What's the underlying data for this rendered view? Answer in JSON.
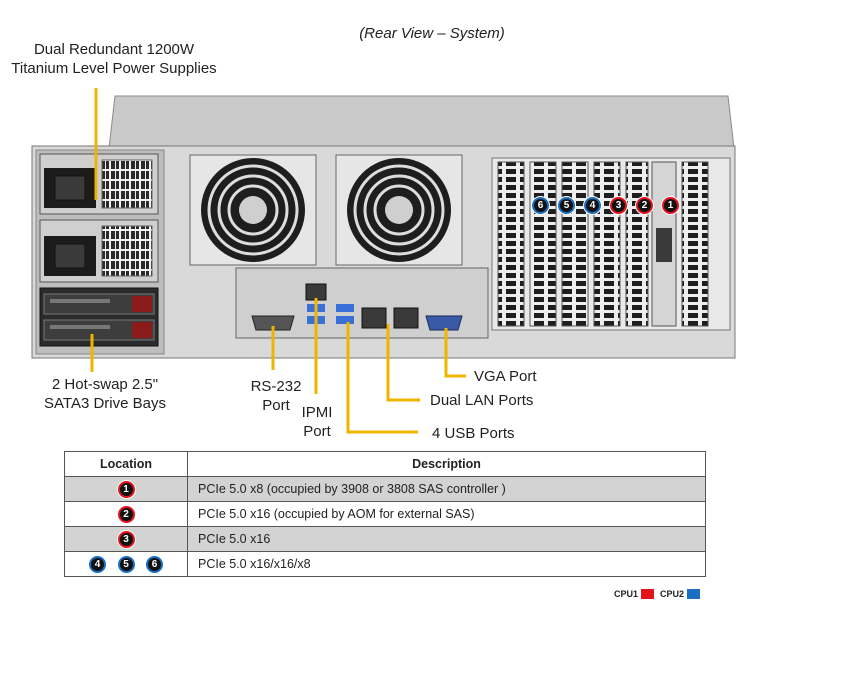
{
  "title": "(Rear View – System)",
  "callouts": {
    "psu_line1": "Dual Redundant  1200W",
    "psu_line2": "Titanium  Level Power Supplies",
    "drive_line1": "2 Hot-swap  2.5\"",
    "drive_line2": "SATA3 Drive Bays",
    "rs232_line1": "RS-232",
    "rs232_line2": "Port",
    "ipmi_line1": "IPMI",
    "ipmi_line2": "Port",
    "vga": "VGA Port",
    "lan": "Dual LAN Ports",
    "usb": "4 USB Ports"
  },
  "slot_badges": [
    "6",
    "5",
    "4",
    "3",
    "2",
    "1"
  ],
  "table": {
    "headers": [
      "Location",
      "Description"
    ],
    "rows": [
      {
        "badges": [
          "1"
        ],
        "cpu": [
          "cpu1"
        ],
        "description": "PCIe 5.0 x8 (occupied by 3908 or 3808 SAS controller )"
      },
      {
        "badges": [
          "2"
        ],
        "cpu": [
          "cpu1"
        ],
        "description": "PCIe 5.0 x16 (occupied by AOM for external SAS)"
      },
      {
        "badges": [
          "3"
        ],
        "cpu": [
          "cpu1"
        ],
        "description": "PCIe 5.0 x16"
      },
      {
        "badges": [
          "4",
          "5",
          "6"
        ],
        "cpu": [
          "cpu2",
          "cpu2",
          "cpu2"
        ],
        "description": "PCIe 5.0 x16/x16/x8"
      }
    ]
  },
  "legend": {
    "cpu1_label": "CPU1",
    "cpu2_label": "CPU2",
    "cpu1_color": "#e3141b",
    "cpu2_color": "#1b6fc2"
  }
}
